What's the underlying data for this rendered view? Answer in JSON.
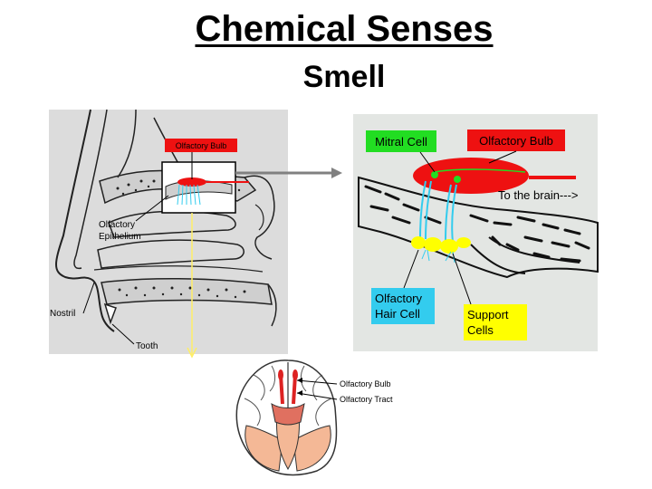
{
  "title": "Chemical Senses",
  "subtitle": "Smell",
  "nose_panel": {
    "olfactory_bulb_label": "Olfactory Bulb",
    "olfactory_epithelium_line1": "Olfactory",
    "olfactory_epithelium_line2": "Epithelium",
    "nostril_label": "Nostril",
    "tooth_label": "Tooth"
  },
  "zoom_panel": {
    "mitral_cell_label": "Mitral Cell",
    "olfactory_bulb_label": "Olfactory Bulb",
    "to_brain_label": "To the brain--->",
    "hair_cell_line1": "Olfactory",
    "hair_cell_line2": "Hair Cell",
    "support_cells_line1": "Support",
    "support_cells_line2": "Cells"
  },
  "brain_panel": {
    "olfactory_bulb_label": "Olfactory Bulb",
    "olfactory_tract_label": "Olfactory Tract"
  },
  "colors": {
    "panel_bg": "#dcdcdc",
    "zoom_bg": "#e3e6e3",
    "bulb_red": "#ee1111",
    "mitral_green": "#22dd22",
    "hair_cyan": "#33ccee",
    "support_yellow": "#ffff00",
    "arrow_gray": "#808080"
  }
}
